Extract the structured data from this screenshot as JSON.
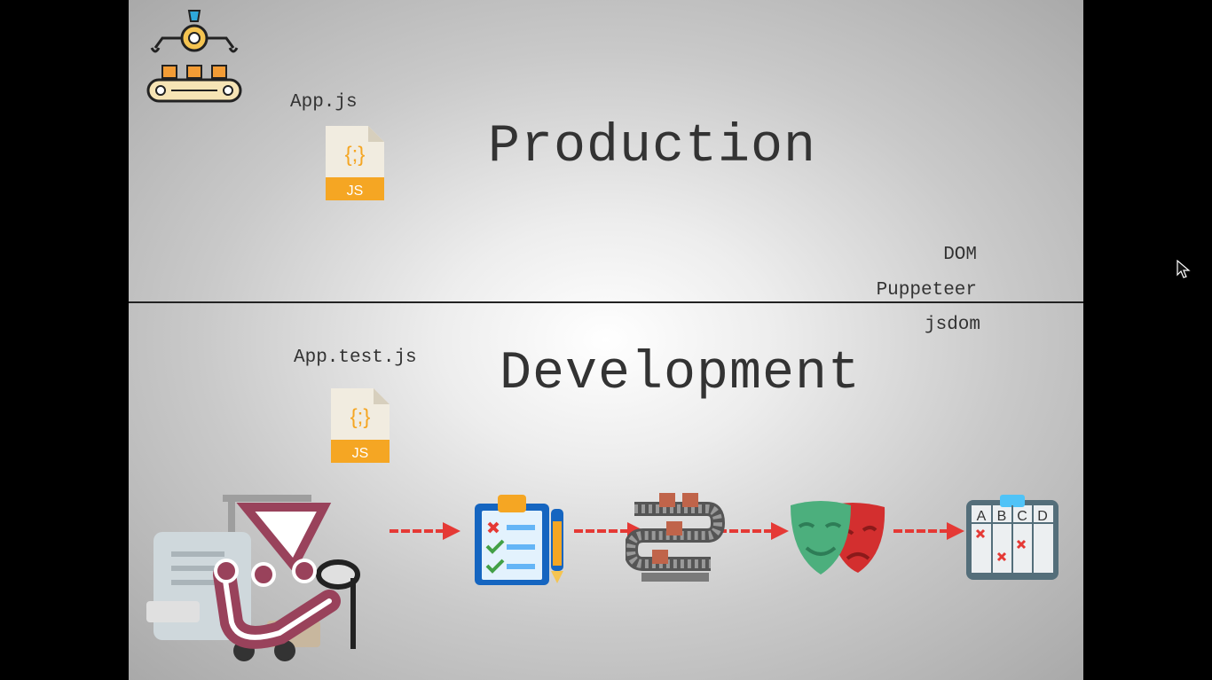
{
  "production": {
    "title": "Production",
    "file_label": "App.js",
    "file_icon_text": "JS"
  },
  "development": {
    "title": "Development",
    "file_label": "App.test.js",
    "file_icon_text": "JS"
  },
  "tools": [
    "DOM",
    "Puppeteer",
    "jsdom"
  ],
  "grid_headers": [
    "A",
    "B",
    "C",
    "D"
  ],
  "colors": {
    "arrow": "#e53935",
    "js_orange": "#f5a623",
    "jest_maroon": "#99425b",
    "mask_green": "#4caf7d",
    "mask_red": "#d32f2f"
  }
}
